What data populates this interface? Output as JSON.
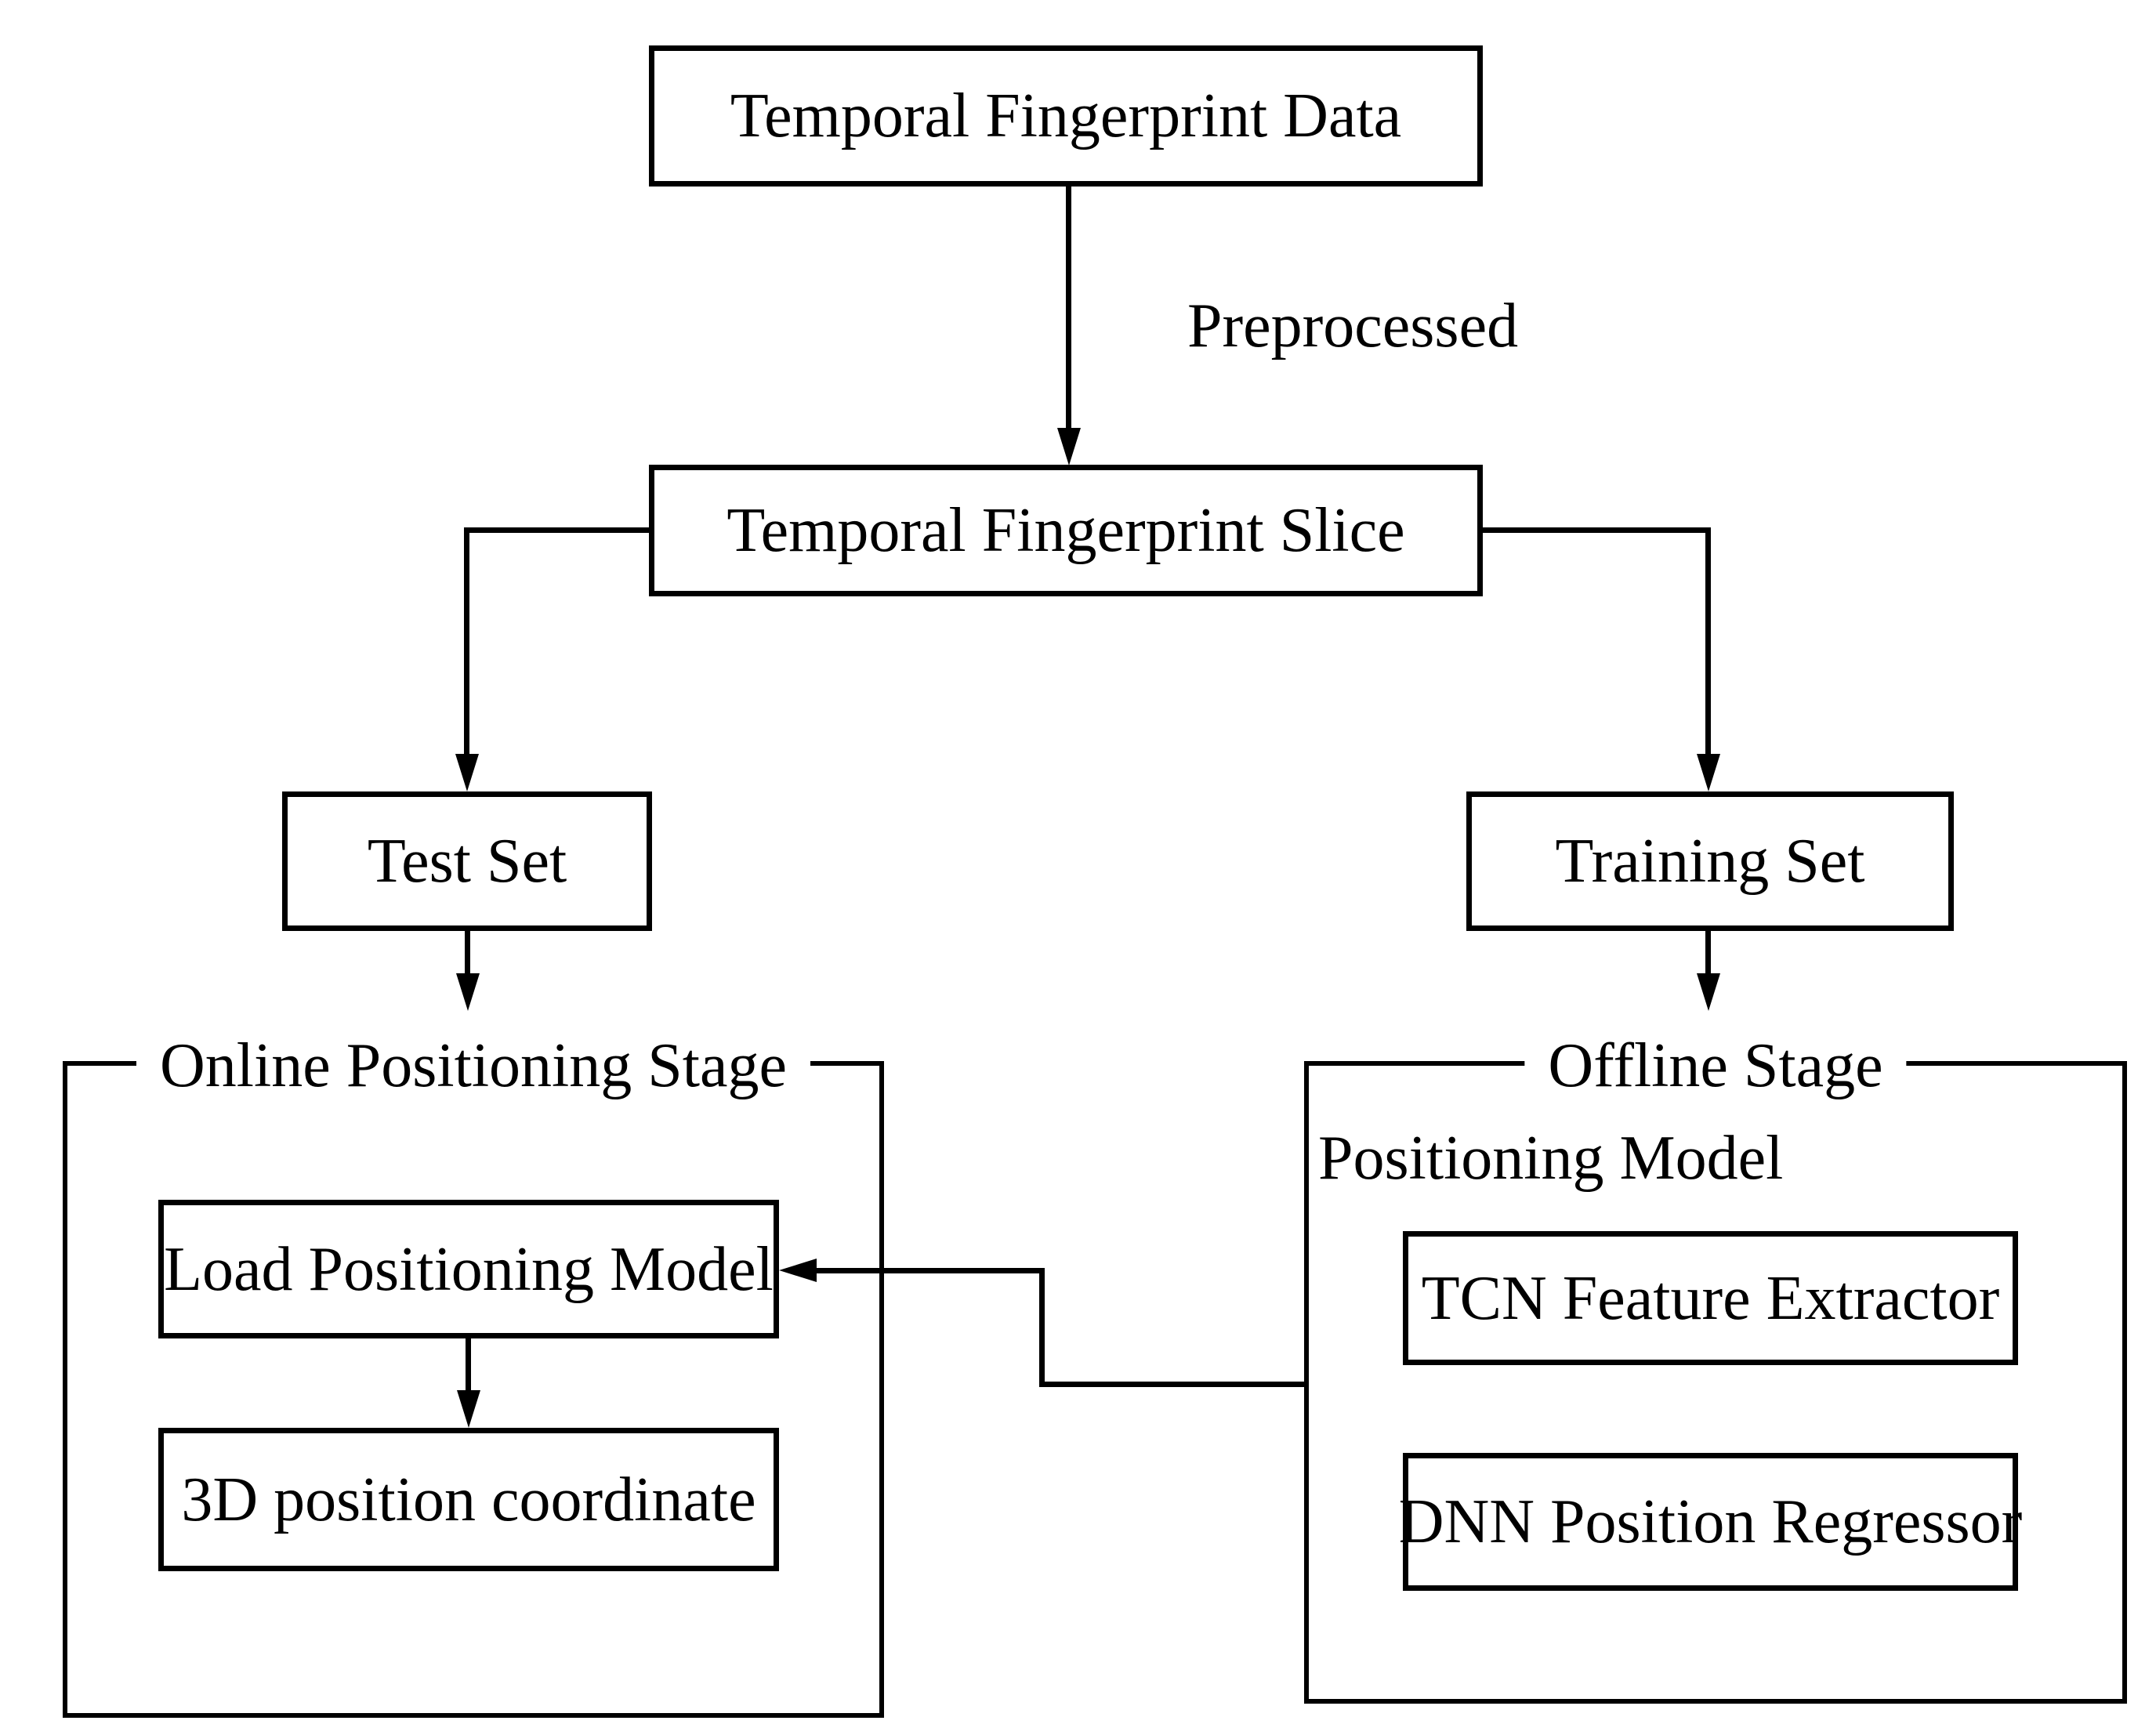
{
  "nodes": {
    "temporal_fingerprint_data": "Temporal Fingerprint Data",
    "temporal_fingerprint_slice": "Temporal Fingerprint Slice",
    "test_set": "Test Set",
    "training_set": "Training Set",
    "load_positioning_model": "Load Positioning Model",
    "position_coordinate_3d": "3D position coordinate",
    "tcn_feature_extractor": "TCN Feature Extractor",
    "dnn_position_regressor": "DNN Position Regressor"
  },
  "labels": {
    "preprocessed": "Preprocessed",
    "online_stage_title": "Online Positioning Stage",
    "offline_stage_title": "Offline Stage",
    "positioning_model": "Positioning Model"
  },
  "colors": {
    "ink": "#000000",
    "background": "#ffffff"
  }
}
